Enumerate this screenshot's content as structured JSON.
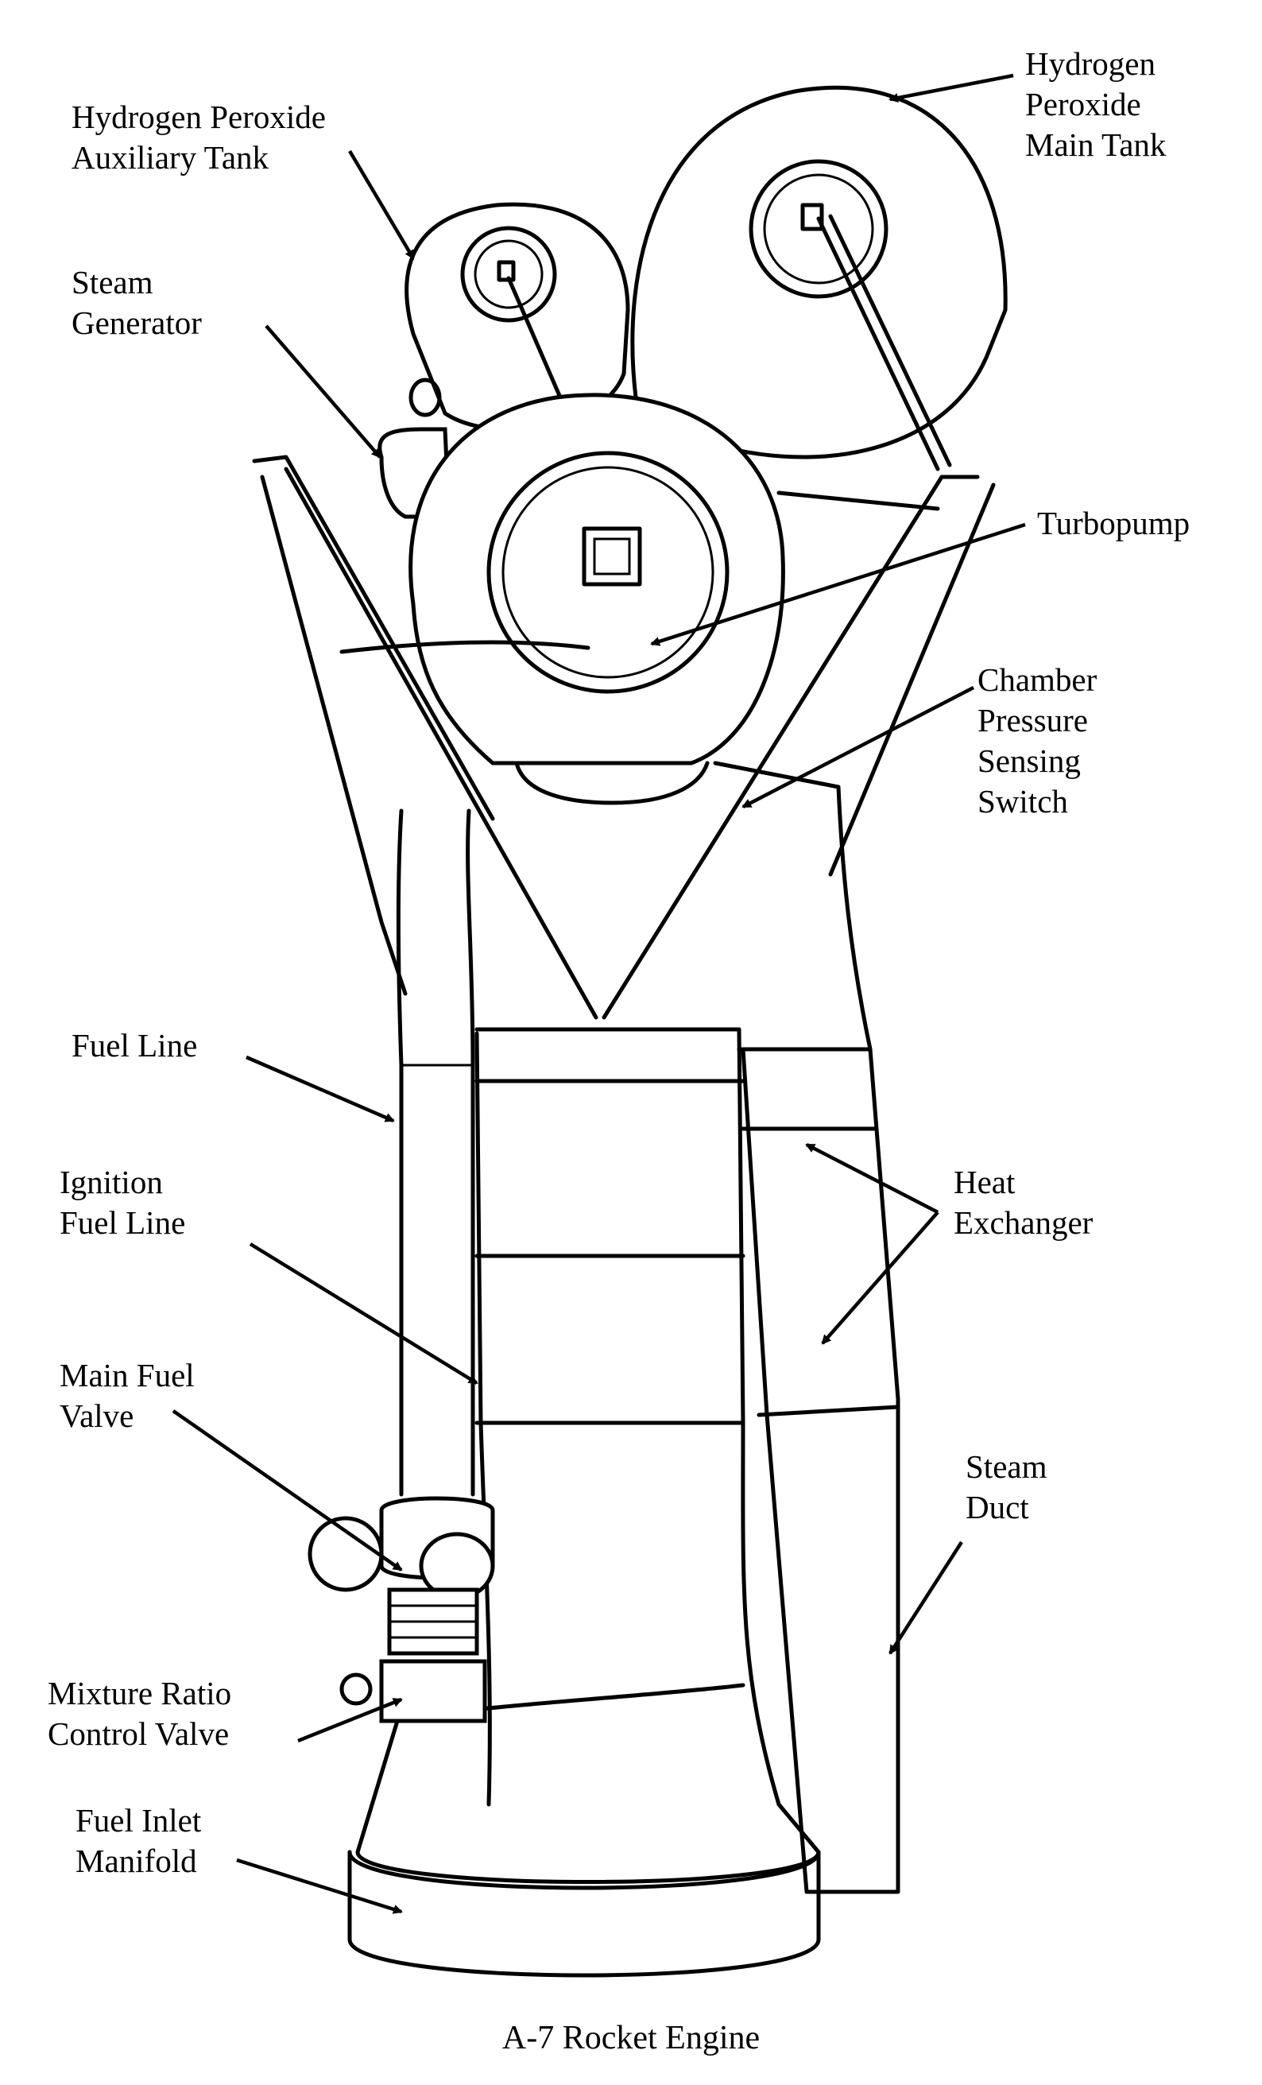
{
  "caption": "A-7 Rocket Engine",
  "labels": {
    "h2o2_aux_tank": [
      "Hydrogen Peroxide",
      "Auxiliary Tank"
    ],
    "h2o2_main_tank": [
      "Hydrogen",
      "Peroxide",
      "Main Tank"
    ],
    "steam_generator": [
      "Steam",
      "Generator"
    ],
    "turbopump": [
      "Turbopump"
    ],
    "chamber_pressure_switch": [
      "Chamber",
      "Pressure",
      "Sensing",
      "Switch"
    ],
    "fuel_line": [
      "Fuel Line"
    ],
    "ignition_fuel_line": [
      "Ignition",
      "Fuel Line"
    ],
    "heat_exchanger": [
      "Heat",
      "Exchanger"
    ],
    "main_fuel_valve": [
      "Main Fuel",
      "Valve"
    ],
    "steam_duct": [
      "Steam",
      "Duct"
    ],
    "mixture_ratio_valve": [
      "Mixture Ratio",
      "Control Valve"
    ],
    "fuel_inlet_manifold": [
      "Fuel Inlet",
      "Manifold"
    ]
  }
}
